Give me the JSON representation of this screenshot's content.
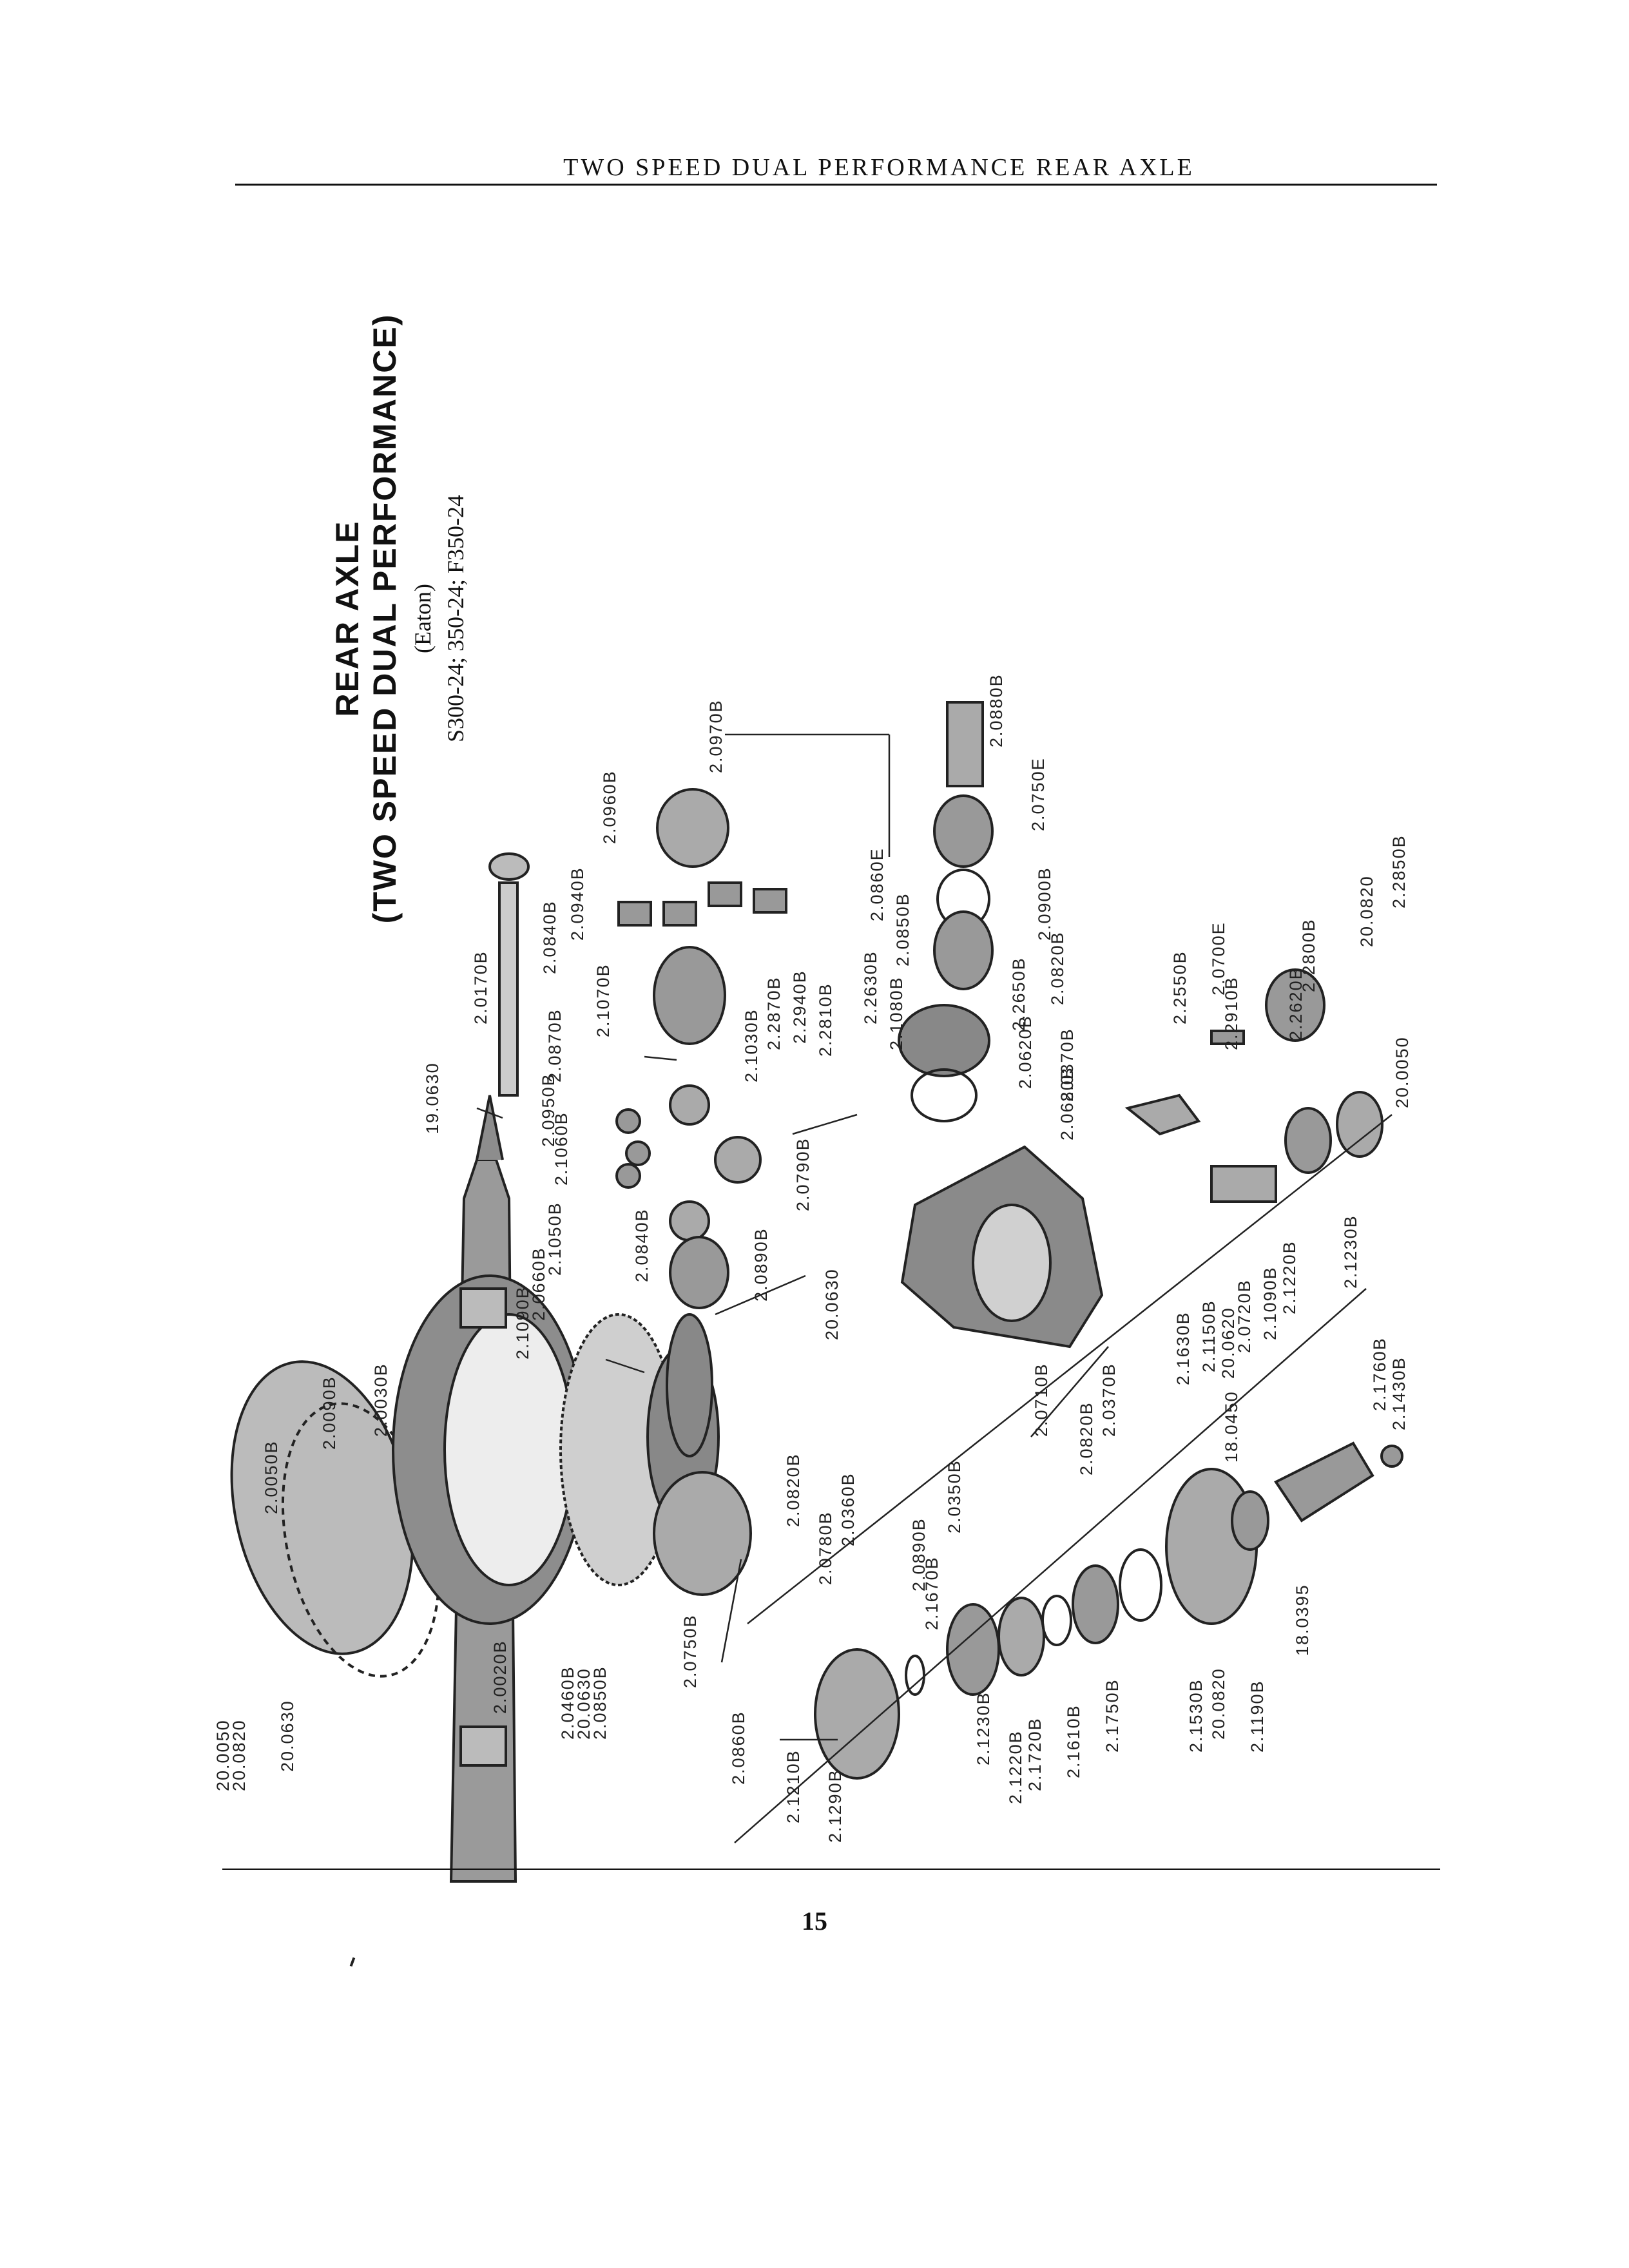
{
  "header": {
    "title": "TWO SPEED DUAL PERFORMANCE REAR AXLE"
  },
  "figure": {
    "title_line1": "REAR AXLE",
    "title_line2": "(TWO SPEED DUAL PERFORMANCE)",
    "maker": "(Eaton)",
    "models": "S300-24; 350-24; F350-24",
    "labels": [
      "19.0630",
      "2.0170B",
      "2.1070B",
      "2.0840B",
      "2.0940B",
      "2.0960B",
      "2.0970B",
      "2.0880B",
      "2.0750E",
      "2.0860E",
      "2.0850B",
      "2.0900B",
      "2.0820B",
      "2.2850B",
      "20.0820",
      "2.2620B",
      "2.2800B",
      "2.2910B",
      "2.0700E",
      "2.2550B",
      "2.0680B",
      "2.0370B",
      "2.0620B",
      "2.2650B",
      "2.1080B",
      "2.2630B",
      "2.2810B",
      "2.2940B",
      "2.2870B",
      "2.1030B",
      "2.0870B",
      "2.0950B",
      "2.1060B",
      "2.0790B",
      "2.0890B",
      "2.0840B",
      "2.1050B",
      "2.0660B",
      "2.1090B",
      "2.0030B",
      "2.0090B",
      "2.0050B",
      "20.0050",
      "20.0820",
      "20.0630",
      "2.0020B",
      "2.0460B",
      "20.0630",
      "2.0850B",
      "2.0820B",
      "2.0780B",
      "2.0360B",
      "2.0350B",
      "2.0890B",
      "2.0710B",
      "20.0630",
      "2.1670B",
      "2.0750B",
      "2.0860B",
      "2.1210B",
      "2.1290B",
      "2.1230B",
      "2.1220B",
      "2.1720B",
      "2.1610B",
      "2.1750B",
      "2.1530B",
      "20.0820",
      "2.1190B",
      "18.0395",
      "18.0450",
      "2.1760B",
      "2.1430B",
      "2.0820B",
      "2.0370B",
      "2.1630B",
      "2.1150B",
      "20.0620",
      "2.0720B",
      "2.1090B",
      "2.1220B",
      "2.1230B",
      "20.0050"
    ]
  },
  "footer": {
    "page_number": "15"
  }
}
